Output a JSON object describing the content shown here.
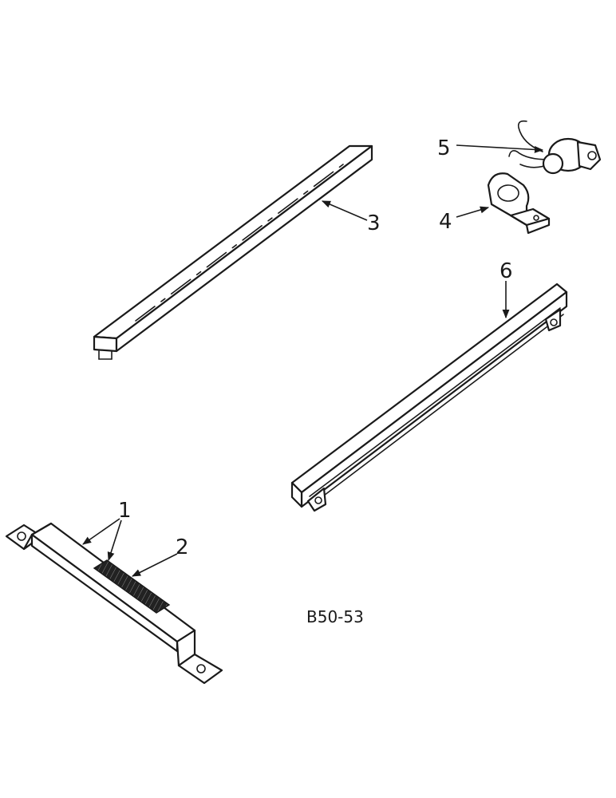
{
  "callouts": [
    {
      "id": "1",
      "label": "1"
    },
    {
      "id": "2",
      "label": "2"
    },
    {
      "id": "3",
      "label": "3"
    },
    {
      "id": "4",
      "label": "4"
    },
    {
      "id": "5",
      "label": "5"
    },
    {
      "id": "6",
      "label": "6"
    }
  ],
  "drawing_number": "B50-53",
  "colors": {
    "ink": "#1a1a1a",
    "background": "#ffffff",
    "pad": "#222222"
  }
}
